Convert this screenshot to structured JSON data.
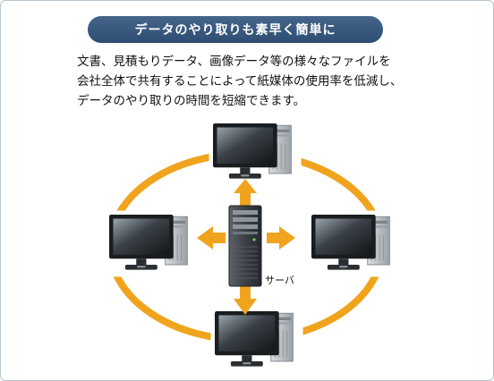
{
  "title": "データのやり取りも素早く簡単に",
  "description": {
    "lines": [
      "文書、見積もりデータ、画像データ等の様々なファイルを",
      "会社全体で共有することによって紙媒体の使用率を低減し、",
      "データのやり取りの時間を短縮できます。"
    ]
  },
  "diagram": {
    "server_label": "サーバ",
    "ring_color": "#f0a41e",
    "arrow_color": "#f0a41e"
  }
}
